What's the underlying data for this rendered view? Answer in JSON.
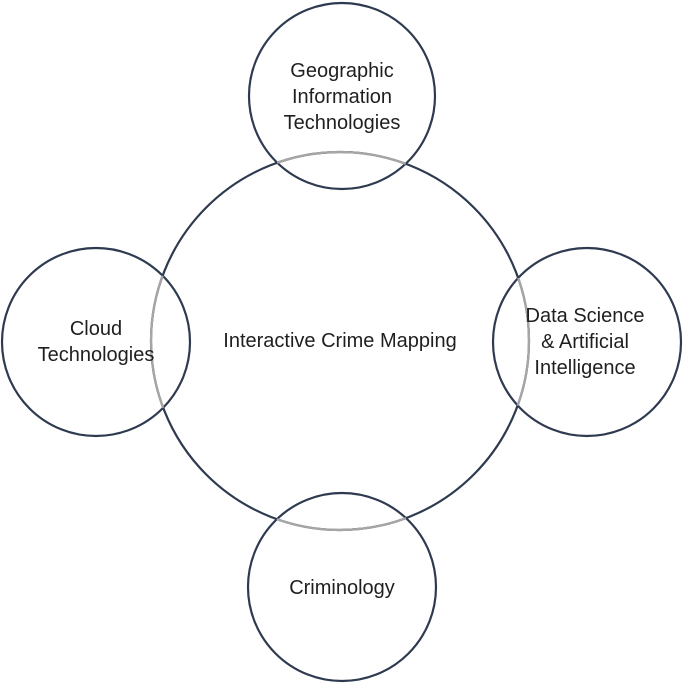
{
  "diagram": {
    "center": {
      "label": "Interactive Crime Mapping"
    },
    "satellites": [
      {
        "id": "top",
        "lines": [
          "Geographic",
          "Information",
          "Technologies"
        ]
      },
      {
        "id": "left",
        "lines": [
          "Cloud",
          "Technologies"
        ]
      },
      {
        "id": "right",
        "lines": [
          "Data Science",
          "& Artificial",
          "Intelligence"
        ]
      },
      {
        "id": "bottom",
        "lines": [
          "Criminology"
        ]
      }
    ],
    "colors": {
      "outline": "#2e3a4f",
      "overlap_outline": "#a6a6a6",
      "background": "#ffffff",
      "text": "#1f1f1f"
    }
  }
}
